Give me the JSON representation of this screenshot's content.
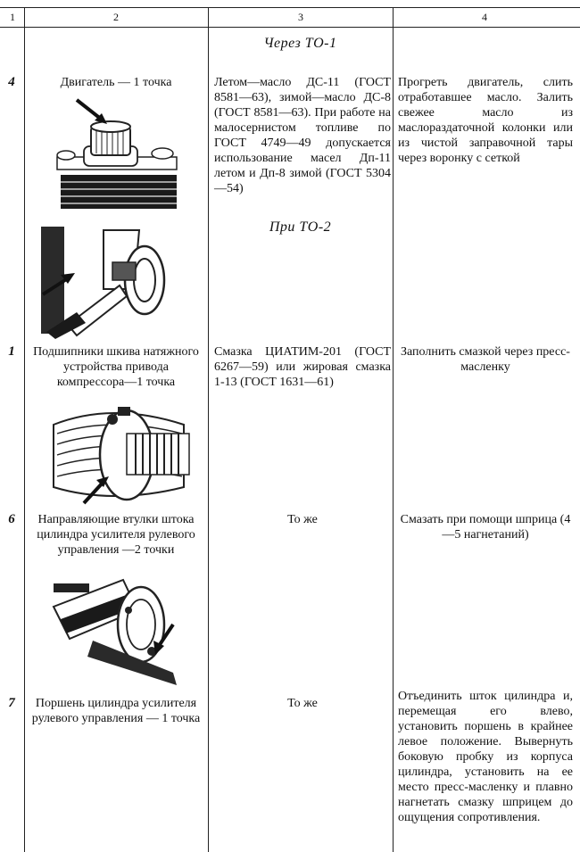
{
  "header": {
    "col1": "1",
    "col2": "2",
    "col3": "3",
    "col4": "4"
  },
  "sections": {
    "to1": "Через ТО-1",
    "to2": "При ТО-2"
  },
  "rows": [
    {
      "num": "4",
      "point": "Двигатель — 1 точка",
      "lubricant": "Летом—масло ДС-11 (ГОСТ 8581—63), зимой—масло ДС-8 (ГОСТ 8581—63). При работе на малосернистом топливе по ГОСТ 4749—49 допускается использование масел Дп-11 летом и Дп-8 зимой (ГОСТ 5304—54)",
      "instructions": "Прогреть двигатель, слить отработавшее масло. Залить свежее масло из маслораздаточной колонки или из чистой заправочной тары через воронку с сеткой"
    },
    {
      "num": "1",
      "point": "Подшипники шкива натяжного устройства привода компрессора—1 точка",
      "lubricant": "Смазка ЦИАТИМ-201 (ГОСТ 6267—59) или жировая смазка 1-13 (ГОСТ 1631—61)",
      "instructions": "Заполнить смазкой через пресс-масленку"
    },
    {
      "num": "6",
      "point": "Направляющие втулки штока цилиндра усилителя рулевого управления —2 точки",
      "lubricant": "То же",
      "instructions": "Смазать при помощи шприца (4—5 нагнетаний)"
    },
    {
      "num": "7",
      "point": "Поршень цилиндра усилителя рулевого управления — 1 точка",
      "lubricant": "То же",
      "instructions": "Отъединить шток цилиндра и, перемещая его влево, установить поршень в крайнее левое положение. Вывернуть боковую пробку из корпуса цилиндра, установить на ее место пресс-масленку и плавно нагнетать смазку шприцем до ощущения сопротивления."
    }
  ]
}
